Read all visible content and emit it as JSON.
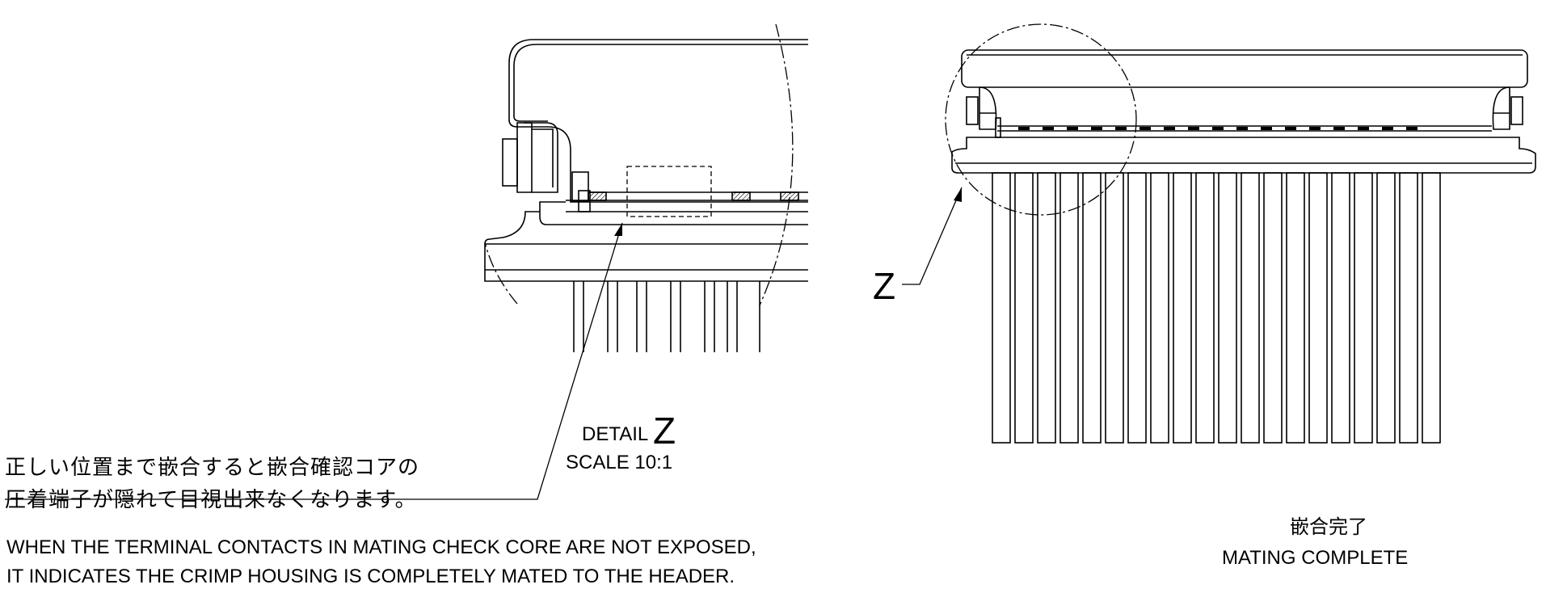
{
  "detail": {
    "word": "DETAIL",
    "letter": "Z",
    "scale": "SCALE 10:1"
  },
  "callout_letter": "Z",
  "note_jp": {
    "line1": "正しい位置まで嵌合すると嵌合確認コアの",
    "line2": "圧着端子が隠れて目視出来なくなります。"
  },
  "note_en": {
    "line1": "WHEN THE TERMINAL CONTACTS IN MATING CHECK CORE ARE NOT EXPOSED,",
    "line2": "IT INDICATES THE CRIMP HOUSING IS COMPLETELY MATED TO THE HEADER."
  },
  "status": {
    "jp": "嵌合完了",
    "en": "MATING COMPLETE"
  },
  "connector": {
    "pin_count": 20
  }
}
